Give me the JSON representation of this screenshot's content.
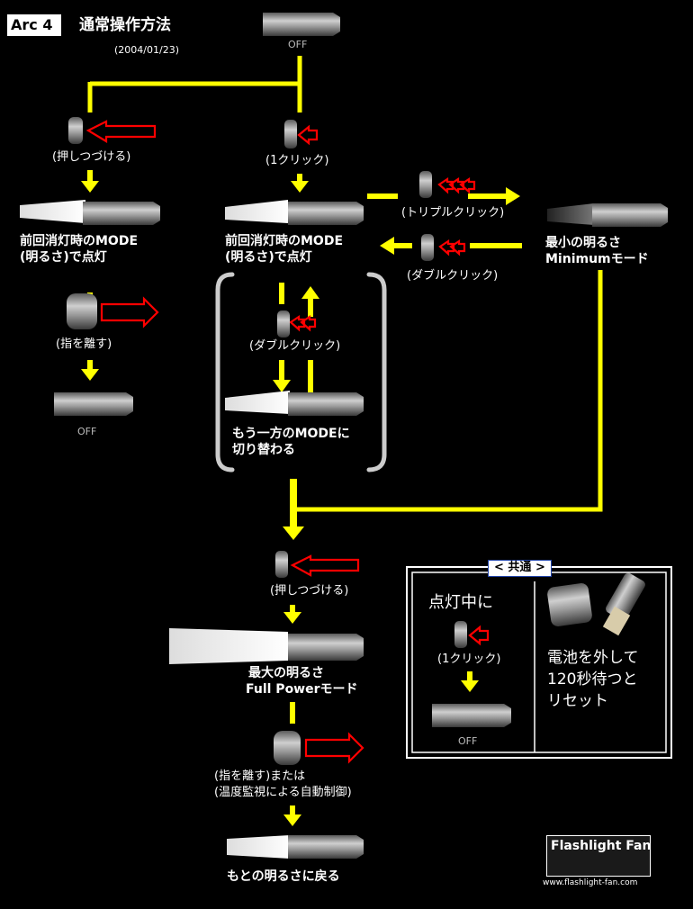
{
  "header": {
    "model": "Arc 4",
    "title": "通常操作方法",
    "date": "(2004/01/23)"
  },
  "top": {
    "state": "OFF"
  },
  "left_flow": {
    "action_hold": "(押しつづける)",
    "result_line1": "前回消灯時のMODE",
    "result_line2": "(明るさ)で点灯",
    "action_release": "(指を離す)",
    "end_state": "OFF"
  },
  "center_flow": {
    "action_click": "(1クリック)",
    "result_line1": "前回消灯時のMODE",
    "result_line2": "(明るさ)で点灯",
    "action_double": "(ダブルクリック)",
    "other_line1": "もう一方のMODEに",
    "other_line2": "切り替わる"
  },
  "side_flow": {
    "action_triple": "(トリプルクリック)",
    "action_double": "(ダブルクリック)",
    "min_line1": "最小の明るさ",
    "min_line2": "Minimumモード"
  },
  "bottom_flow": {
    "action_hold": "(押しつづける)",
    "max_line1": "最大の明るさ",
    "max_line2": "Full Powerモード",
    "release_line1": "(指を離す)または",
    "release_line2": "(温度監視による自動制御)",
    "return_text": "もとの明るさに戻る"
  },
  "common": {
    "header": "< 共通 >",
    "while_on": "点灯中に",
    "action_click": "(1クリック)",
    "off_state": "OFF",
    "reset_line1": "電池を外して",
    "reset_line2": "120秒待つと",
    "reset_line3": "リセット"
  },
  "footer": {
    "brand": "Flashlight Fan",
    "url": "www.flashlight-fan.com"
  },
  "colors": {
    "arrow": "#ffff00",
    "outline_arrow": "#ff0000",
    "body": "#8a8a8a"
  }
}
